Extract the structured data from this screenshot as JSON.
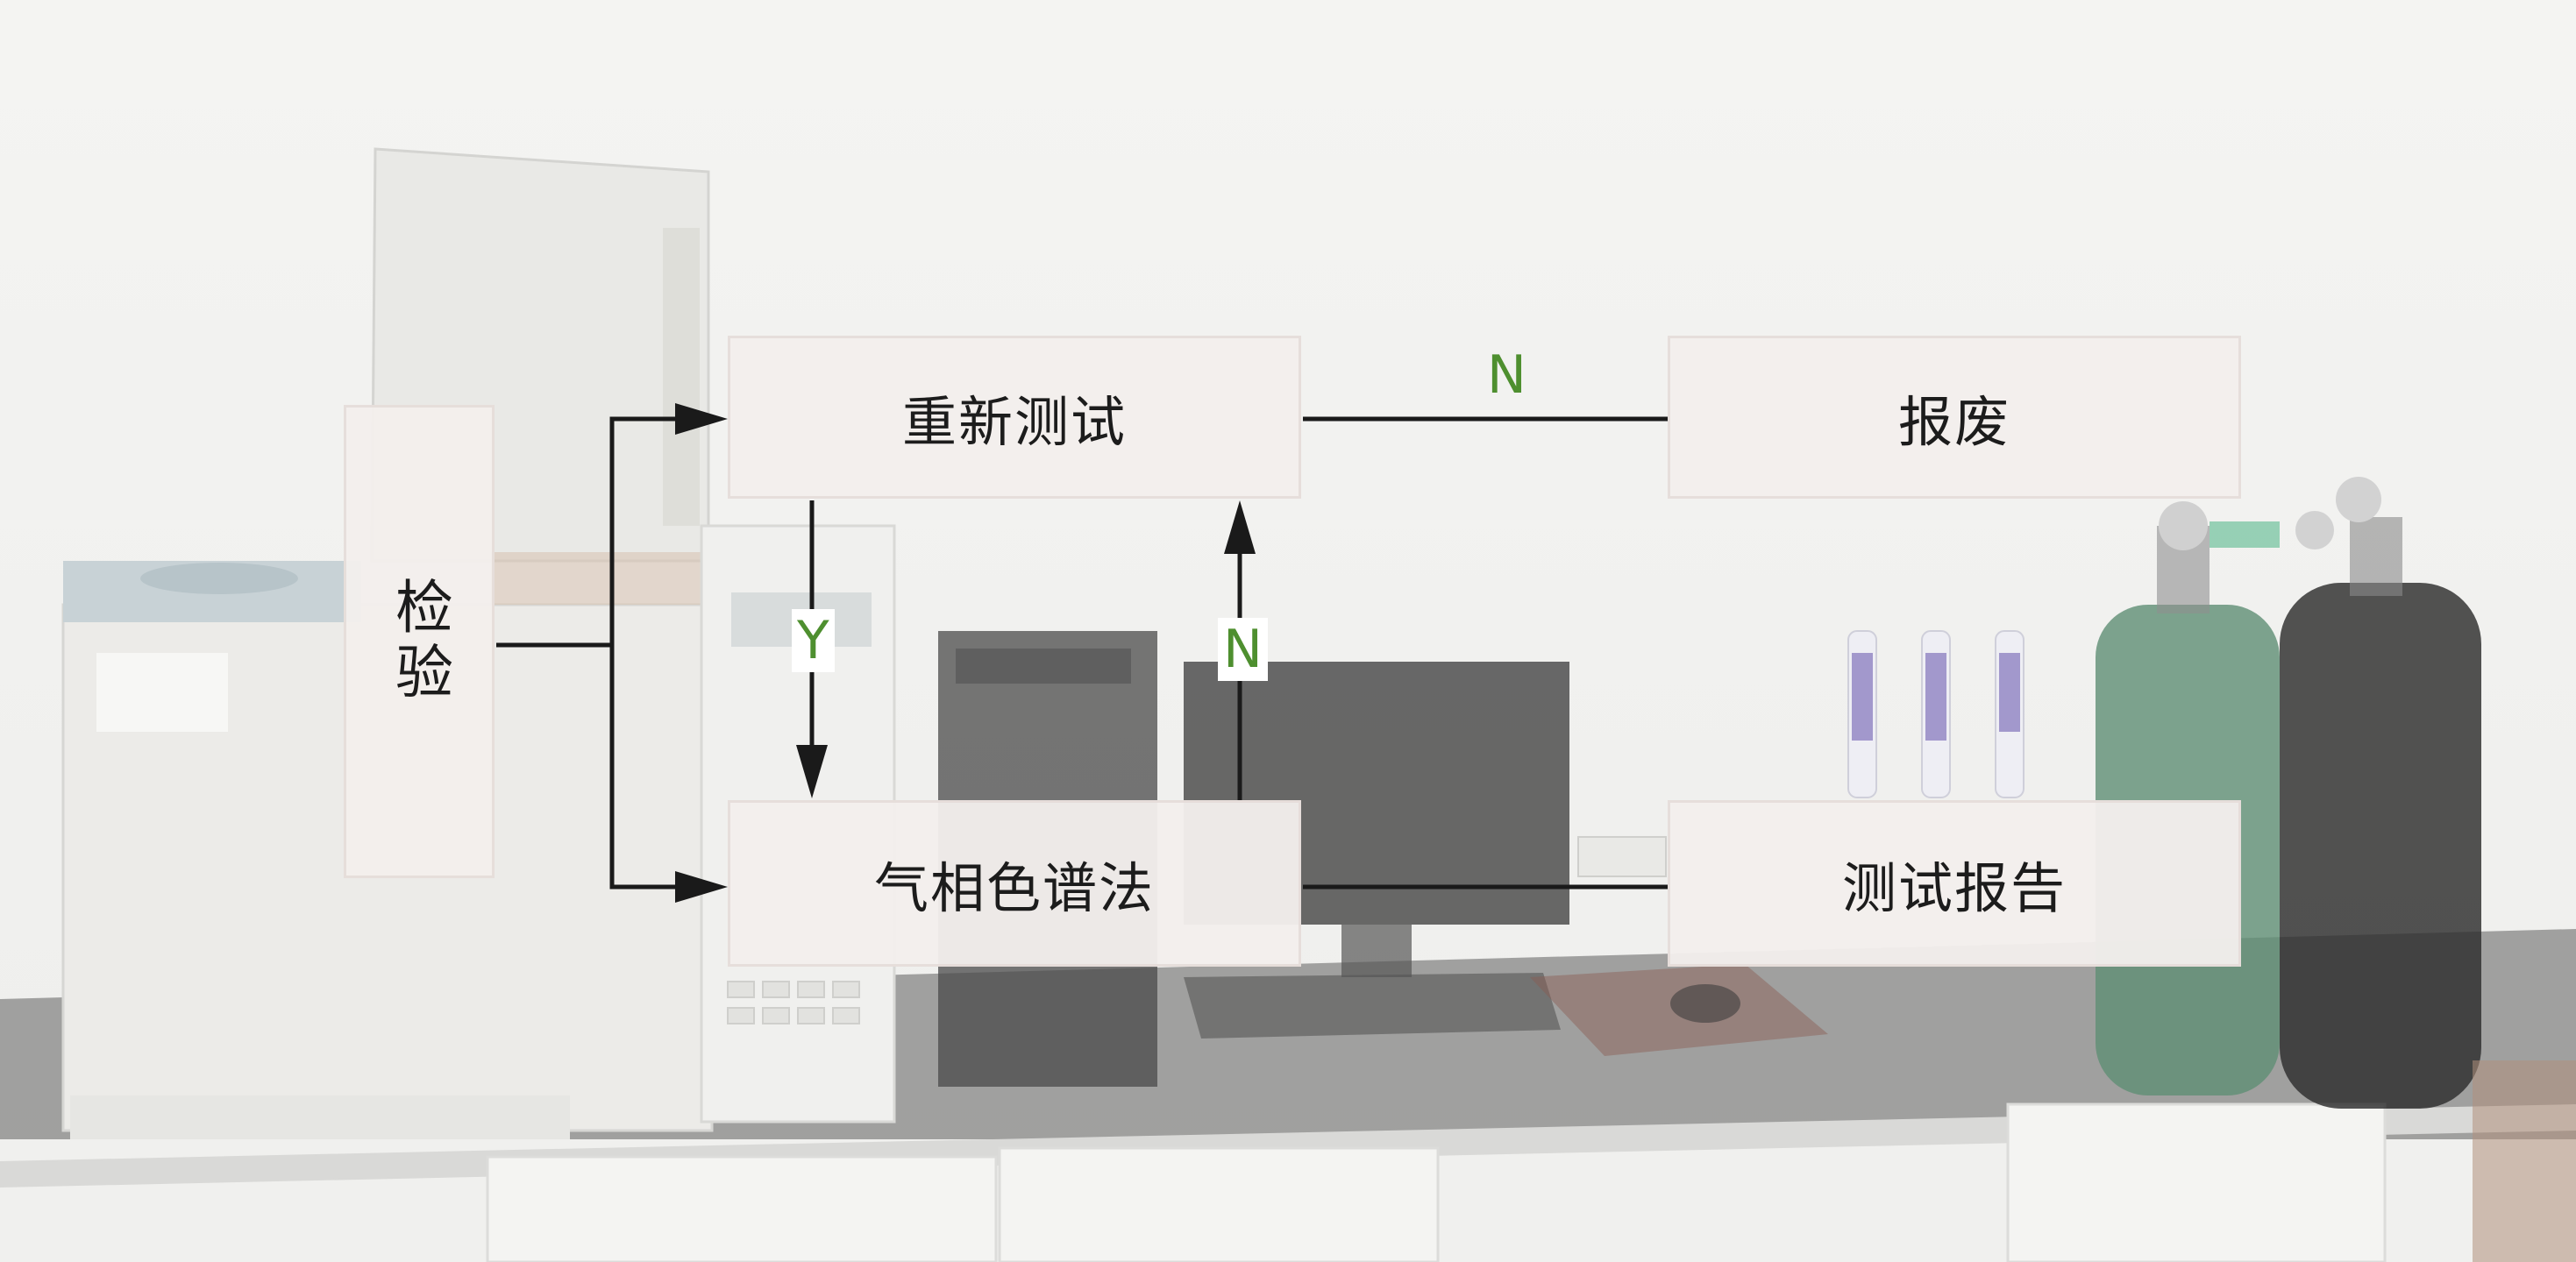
{
  "nodes": {
    "inspect": "检验",
    "retest": "重新测试",
    "scrap": "报废",
    "gc": "气相色谱法",
    "report": "测试报告"
  },
  "edges": {
    "retest_to_gc": "Y",
    "gc_to_retest": "N",
    "retest_to_scrap": "N"
  },
  "colors": {
    "edge_label": "#4e8f2f",
    "node_fill": "#f3eeec",
    "line": "#1a1a1a"
  }
}
